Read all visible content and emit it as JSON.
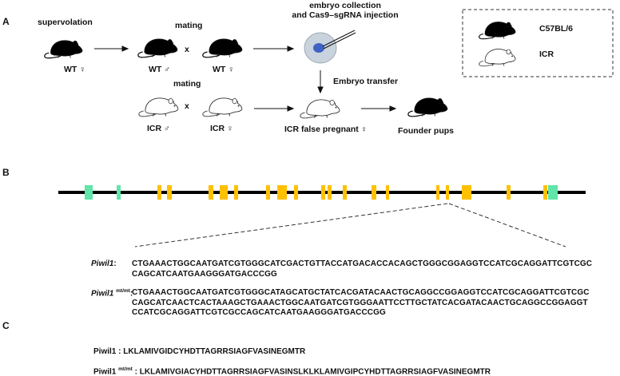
{
  "panels": {
    "a": "A",
    "b": "B",
    "c": "C"
  },
  "panel_a": {
    "supervolation": "supervolation",
    "mating_top": "mating",
    "mating_bottom": "mating",
    "cross": "x",
    "injection_line1": "embryo collection",
    "injection_line2": "and Cas9–sgRNA injection",
    "embryo_transfer": "Embryo transfer",
    "wt_female_1": "WT ♀",
    "wt_male": "WT ♂",
    "wt_female_2": "WT ♀",
    "icr_male": "ICR ♂",
    "icr_female": "ICR ♀",
    "icr_false_pregnant": "ICR false pregnant ♀",
    "founder_pups": "Founder pups",
    "legend_c57": "C57BL/6",
    "legend_icr": "ICR",
    "colors": {
      "c57": "#000000",
      "icr": "#ffffff",
      "embryo_outer": "#c9d3de",
      "embryo_inner": "#3f63c4"
    }
  },
  "panel_b": {
    "colors": {
      "utr": "#5fe6a8",
      "exon": "#ffc000",
      "backbone": "#000000"
    },
    "wt_label": "Piwil1",
    "wt_suffix": ":",
    "mut_label": "Piwil1",
    "mut_sup": "mt/mt",
    "mut_suffix": ":",
    "wt_seq_1": "CTGAAACTGGCAATGATCGTGGGCATCGACTGTTACCATGACACCACAGCTGGGCGGAGGTCCATCGCAGGATTCGTCGC",
    "wt_seq_2": "CAGCATCAATGAAGGGATGACCCGG",
    "mut_seq_1": "CTGAAACTGGCAATGATCGTGGGCATAGCATGCTATCACGATACAACTGCAGGCCGGAGGTCCATCGCAGGATTCGTCGC",
    "mut_seq_2": "CAGCATCAACTCACTAAAGCTGAAACTGGCAATGATCGTGGGAATTCCTTGCTATCACGATACAACTGCAGGCCGGAGGT",
    "mut_seq_3": "CCATCGCAGGATTCGTCGCCAGCATCAATGAAGGGATGACCCGG"
  },
  "panel_c": {
    "wt_label": "Piwil1",
    "wt_sep": " : ",
    "wt_protein": "LKLAMIVGIDCYHDTTAGRRSIAGFVASINEGMTR",
    "mut_label": "Piwil1",
    "mut_sup": "mt/mt",
    "mut_sep": " : ",
    "mut_protein": "LKLAMIVGIACYHDTTAGRRSIAGFVASINSLKLKLAMIVGIPCYHDTTAGRRSIAGFVASINEGMTR"
  }
}
